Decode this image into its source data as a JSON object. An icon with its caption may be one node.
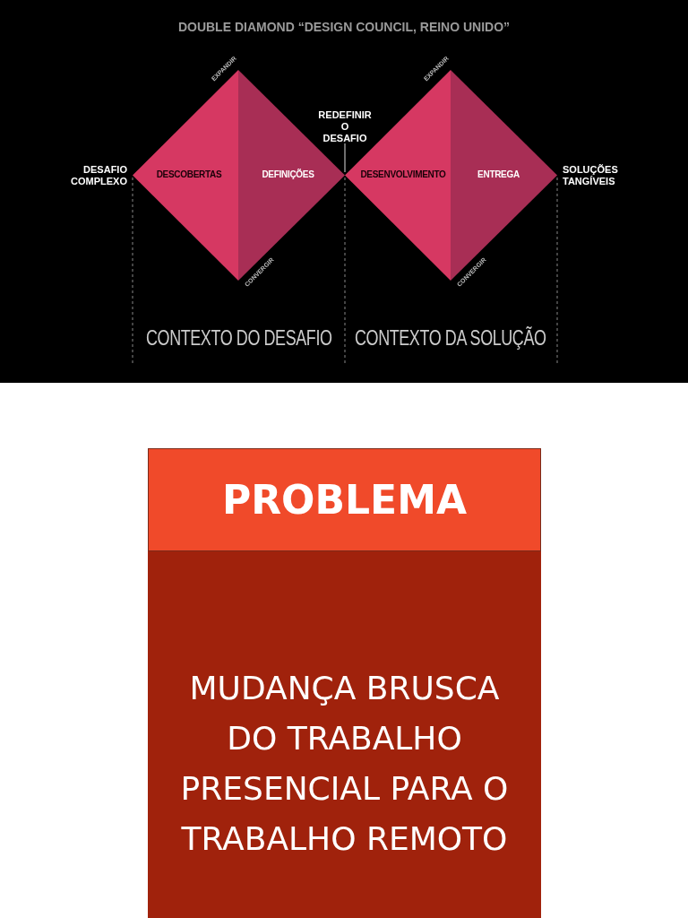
{
  "diagram": {
    "title": "DOUBLE DIAMOND “DESIGN COUNCIL, REINO UNIDO”",
    "nodes": [
      {
        "text": [
          "DESCOBERTAS"
        ]
      },
      {
        "text": [
          "DEFINIÇÕES"
        ]
      },
      {
        "text": [
          "DESENVOLVIMENTO"
        ]
      },
      {
        "text": [
          "ENTREGA"
        ]
      },
      {
        "text": [
          "PROBLEMA",
          "MUDANÇA BRUSCA DO TRABALHO PRESENCIAL PARA O TRABALHO REMOTO"
        ]
      }
    ],
    "labels": [
      "EXPANDIR",
      "EXPANDIR",
      "REDEFINIR O DESAFIO",
      "DESAFIO COMPLEXO",
      "SOLUÇÕES TANGÍVEIS",
      "CONVERGIR",
      "CONVERGIR",
      "CONTEXTO DO DESAFIO",
      "CONTEXTO DA SOLUÇÃO"
    ]
  }
}
